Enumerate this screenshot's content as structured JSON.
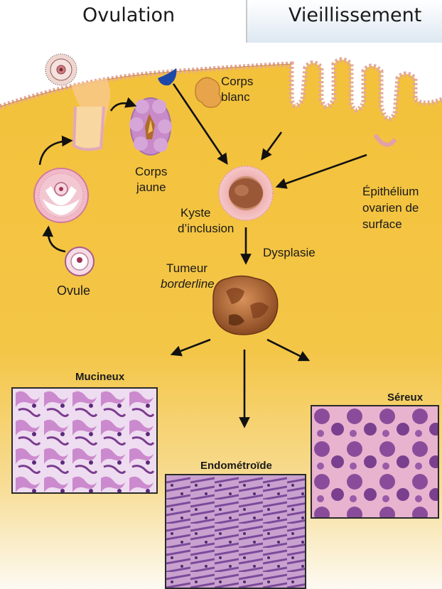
{
  "headers": {
    "left": "Ovulation",
    "right": "Vieillissement"
  },
  "labels": {
    "corps_blanc_1": "Corps",
    "corps_blanc_2": "blanc",
    "corps_jaune_1": "Corps",
    "corps_jaune_2": "jaune",
    "kyste_1": "Kyste",
    "kyste_2": "d’inclusion",
    "epith_1": "Épithélium",
    "epith_2": "ovarien de",
    "epith_3": "surface",
    "dysplasie": "Dysplasie",
    "tumeur_1": "Tumeur",
    "tumeur_2": "borderline",
    "ovule": "Ovule"
  },
  "histology": {
    "mucineux": "Mucineux",
    "sereux": "Séreux",
    "endometrioide": "Endométroïde"
  },
  "colors": {
    "ovary": "#f4c23c",
    "ovary_dark": "#e6a52a",
    "cell_pink": "#f2b8c8",
    "cell_purple": "#b07ab8",
    "arrow": "#111111",
    "header_split": "#c8c8c8"
  }
}
